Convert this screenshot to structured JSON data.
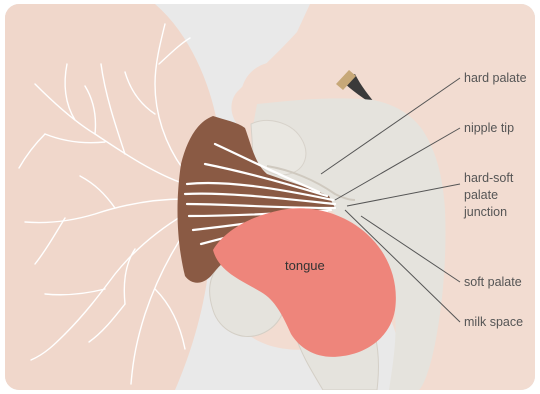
{
  "labels": {
    "hard_palate": "hard palate",
    "nipple_tip": "nipple tip",
    "junction_line1": "hard-soft",
    "junction_line2": "palate",
    "junction_line3": "junction",
    "soft_palate": "soft palate",
    "milk_space": "milk space",
    "tongue": "tongue"
  },
  "colors": {
    "background": "#e9e9e9",
    "skin": "#f2dcd1",
    "breast": "#f0d7cb",
    "oral_tissue": "#e5e3dd",
    "areola": "#8a5a44",
    "tongue": "#ee857b",
    "milk_ducts": "#ffffff",
    "leader_lines": "#555555"
  }
}
